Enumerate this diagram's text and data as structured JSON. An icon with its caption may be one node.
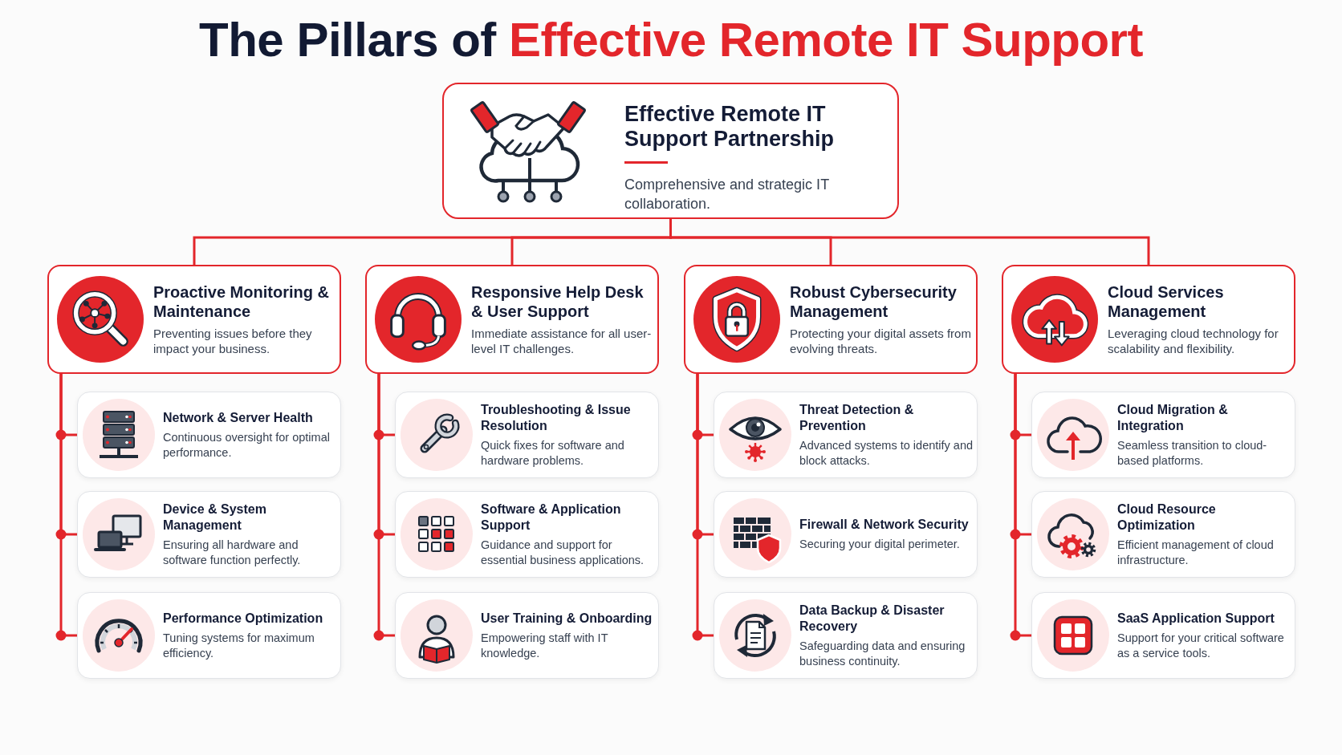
{
  "diagram": {
    "title": "The Pillars of **Effective Remote IT Support**",
    "nodes": [
      {
        "text": [
          "Effective Remote IT Support Partnership",
          "Comprehensive and strategic IT collaboration."
        ]
      },
      {
        "text": [
          "Proactive Monitoring & Maintenance",
          "Preventing issues before they impact your business."
        ]
      },
      {
        "text": [
          "Network & Server Health",
          "Continuous oversight for optimal performance."
        ]
      },
      {
        "text": [
          "Device & System Management",
          "Ensuring all hardware and software function perfectly."
        ]
      },
      {
        "text": [
          "Performance Optimization",
          "Tuning systems for maximum efficiency."
        ]
      },
      {
        "text": [
          "Responsive Help Desk & User Support",
          "Immediate assistance for all user-level IT challenges."
        ]
      },
      {
        "text": [
          "Troubleshooting & Issue Resolution",
          "Quick fixes for software and hardware problems."
        ]
      },
      {
        "text": [
          "Software & Application Support",
          "Guidance and support for essential business applications."
        ]
      },
      {
        "text": [
          "User Training & Onboarding",
          "Empowering staff with IT knowledge."
        ]
      },
      {
        "text": [
          "Robust Cybersecurity Management",
          "Protecting your digital assets from evolving threats."
        ]
      },
      {
        "text": [
          "Threat Detection & Prevention",
          "Advanced systems to identify and block attacks."
        ]
      },
      {
        "text": [
          "Firewall & Network Security",
          "Securing your digital perimeter."
        ]
      },
      {
        "text": [
          "Data Backup & Disaster Recovery",
          "Safeguarding data and ensuring business continuity."
        ]
      },
      {
        "text": [
          "Cloud Services Management",
          "Leveraging cloud technology for scalability and flexibility."
        ]
      },
      {
        "text": [
          "Cloud Migration & Integration",
          "Seamless transition to cloud-based platforms."
        ]
      },
      {
        "text": [
          "Cloud Resource Optimization",
          "Efficient management of cloud infrastructure."
        ]
      },
      {
        "text": [
          "SaaS Application Support",
          "Support for your critical software as a service tools."
        ]
      }
    ],
    "edges": [
      {
        "from": 0,
        "to": 1,
        "arrow": "none"
      },
      {
        "from": 0,
        "to": 5,
        "arrow": "none"
      },
      {
        "from": 0,
        "to": 9,
        "arrow": "none"
      },
      {
        "from": 0,
        "to": 13,
        "arrow": "none"
      },
      {
        "from": 1,
        "to": 2,
        "arrow": "none"
      },
      {
        "from": 1,
        "to": 3,
        "arrow": "none"
      },
      {
        "from": 1,
        "to": 4,
        "arrow": "none"
      },
      {
        "from": 5,
        "to": 6,
        "arrow": "none"
      },
      {
        "from": 5,
        "to": 7,
        "arrow": "none"
      },
      {
        "from": 5,
        "to": 8,
        "arrow": "none"
      },
      {
        "from": 9,
        "to": 10,
        "arrow": "none"
      },
      {
        "from": 9,
        "to": 11,
        "arrow": "none"
      },
      {
        "from": 9,
        "to": 12,
        "arrow": "none"
      },
      {
        "from": 13,
        "to": 14,
        "arrow": "none"
      },
      {
        "from": 13,
        "to": 15,
        "arrow": "none"
      },
      {
        "from": 13,
        "to": 16,
        "arrow": "none"
      }
    ]
  }
}
